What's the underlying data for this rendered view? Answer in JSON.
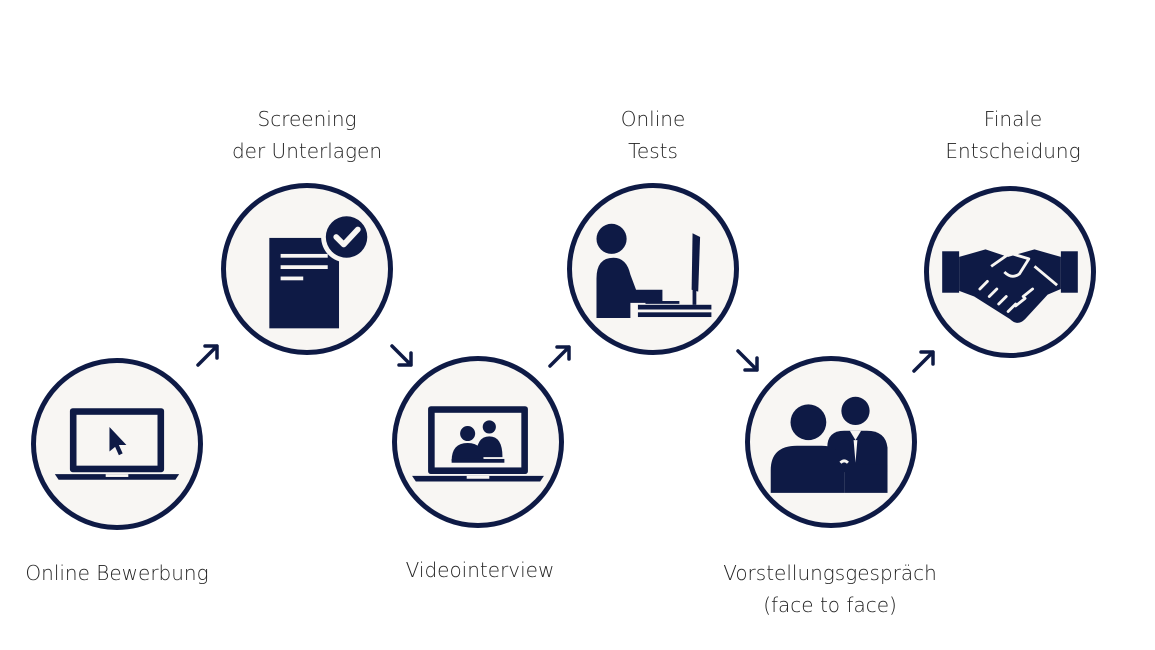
{
  "colors": {
    "navy": "#0e1a45",
    "circle_fill": "#f8f6f3",
    "text": "#222222"
  },
  "steps": [
    {
      "icon": "laptop-cursor-icon",
      "label": [
        "Online Bewerbung"
      ]
    },
    {
      "icon": "document-check-icon",
      "label": [
        "Screening",
        "der Unterlagen"
      ]
    },
    {
      "icon": "video-call-laptop-icon",
      "label": [
        "Videointerview"
      ]
    },
    {
      "icon": "person-at-computer-icon",
      "label": [
        "Online",
        "Tests"
      ]
    },
    {
      "icon": "interview-people-icon",
      "label": [
        "Vorstellungsgespräch",
        "(face to face)"
      ]
    },
    {
      "icon": "handshake-icon",
      "label": [
        "Finale",
        "Entscheidung"
      ]
    }
  ]
}
